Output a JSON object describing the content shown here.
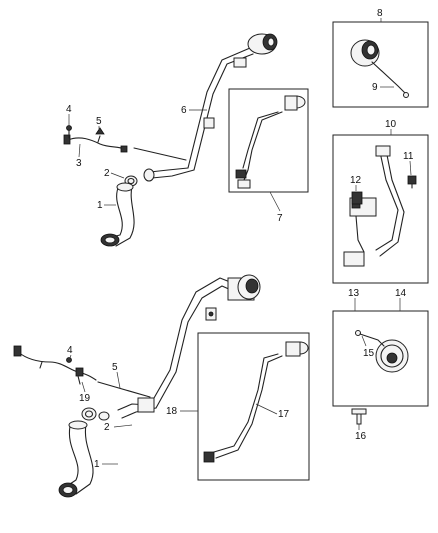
{
  "callouts": {
    "c8": "8",
    "c9": "9",
    "c10": "10",
    "c11": "11",
    "c12": "12",
    "c13": "13",
    "c14": "14",
    "c15": "15",
    "c16": "16",
    "c4a": "4",
    "c5a": "5",
    "c3": "3",
    "c6": "6",
    "c2a": "2",
    "c1a": "1",
    "c7": "7",
    "c4b": "4",
    "c5b": "5",
    "c19": "19",
    "c2b": "2",
    "c1b": "1",
    "c18": "18",
    "c17": "17"
  }
}
